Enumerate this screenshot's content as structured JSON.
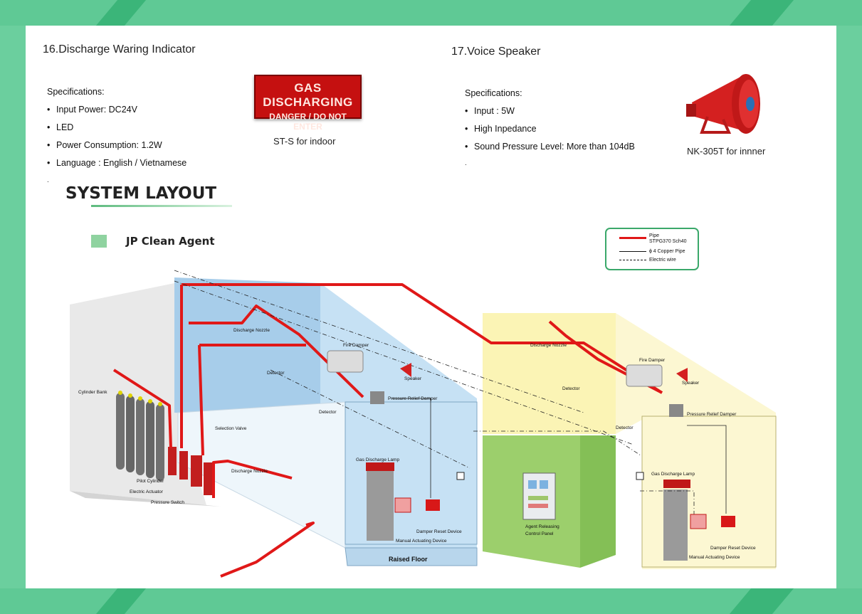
{
  "section16": {
    "title": "16.Discharge Waring Indicator",
    "spec_heading": "Specifications:",
    "specs": [
      "Input Power: DC24V",
      "LED",
      "Power Consumption: 1.2W",
      "Language : English / Vietnamese"
    ],
    "trailing_dot": ".",
    "sign_line1": "GAS DISCHARGING",
    "sign_line2": "DANGER / DO NOT ENTER",
    "caption": "ST-S  for indoor"
  },
  "section17": {
    "title": "17.Voice Speaker",
    "spec_heading": "Specifications:",
    "specs": [
      "Input : 5W",
      "High Inpedance",
      "Sound Pressure Level: More than 104dB"
    ],
    "trailing_dot": ".",
    "caption": "NK-305T for innner"
  },
  "system_layout": {
    "title": "SYSTEM LAYOUT",
    "subtitle": "JP Clean Agent"
  },
  "legend": {
    "pipe_label": "Pipe",
    "pipe_spec": "STPG370 Sch40",
    "copper": "ɸ 4 Copper Pipe",
    "wire": "Electric wire"
  },
  "labels": {
    "cylinder_bank": "Cylinder Bank",
    "pilot_cylinder": "Pilot Cylinder",
    "electric_actuator": "Electric Actuator",
    "pressure_switch": "Pressure Switch",
    "selection_valve": "Selection Valve",
    "discharge_nozzle_1": "Discharge Nozzle",
    "discharge_nozzle_2": "Discharge Nozzle",
    "discharge_nozzle_3": "Discharge Nozzle",
    "detector_1": "Detector",
    "detector_2": "Detector",
    "detector_3": "Detector",
    "detector_4": "Detector",
    "fire_damper_1": "Fire Damper",
    "fire_damper_2": "Fire Damper",
    "speaker_1": "Speaker",
    "speaker_2": "Speaker",
    "pressure_relief_damper_1": "Pressure Relief Damper",
    "pressure_relief_damper_2": "Pressure Relief Damper",
    "gas_discharge_lamp_1": "Gas Discharge Lamp",
    "gas_discharge_lamp_2": "Gas Discharge Lamp",
    "damper_reset_device_1": "Damper Reset Device",
    "damper_reset_device_2": "Damper Reset Device",
    "manual_actuating_device_1": "Manual Actuating Device",
    "manual_actuating_device_2": "Manual Actuating Device",
    "agent_panel_line1": "Agent Releasing",
    "agent_panel_line2": "Control Panel",
    "raised_floor": "Raised Floor"
  },
  "colors": {
    "frame_green": "#5fc995",
    "pipe_red": "#e01818",
    "room_blue": "#b3d6ef",
    "room_yellow": "#fbf6c4",
    "panel_green": "#9ad46a"
  }
}
